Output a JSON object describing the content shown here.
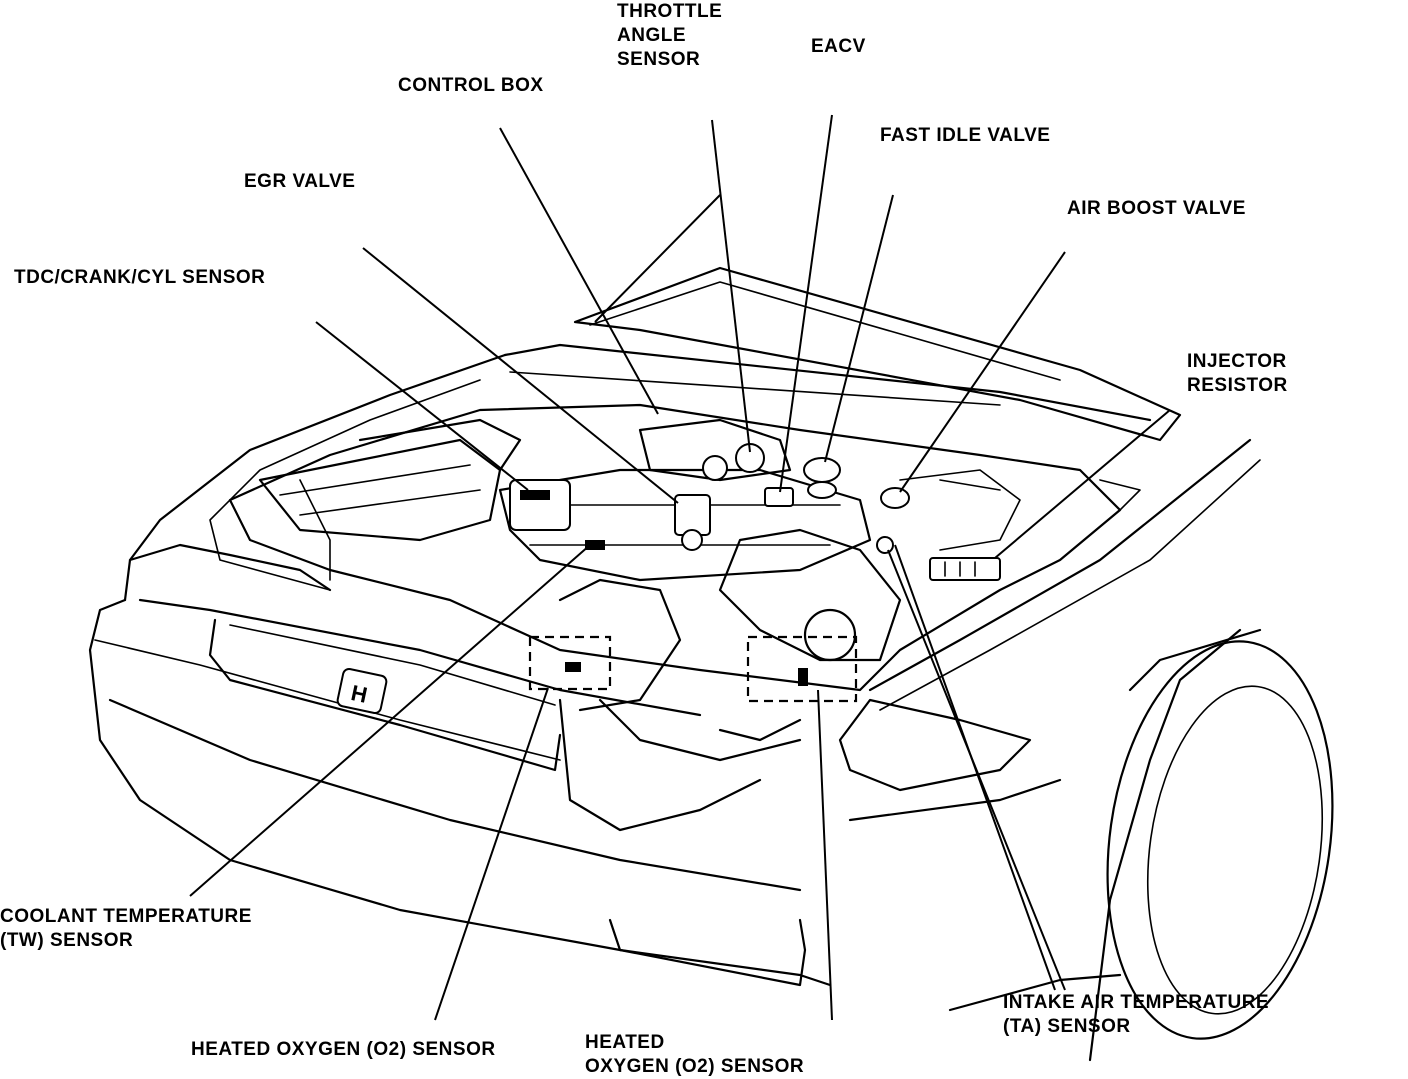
{
  "diagram": {
    "colors": {
      "ink": "#000000",
      "background": "#ffffff"
    },
    "labels": {
      "throttle_angle_sensor": [
        "THROTTLE",
        "ANGLE",
        "SENSOR"
      ],
      "eacv": [
        "EACV"
      ],
      "control_box": [
        "CONTROL BOX"
      ],
      "fast_idle_valve": [
        "FAST IDLE VALVE"
      ],
      "egr_valve": [
        "EGR VALVE"
      ],
      "air_boost_valve": [
        "AIR BOOST VALVE"
      ],
      "tdc_crank_cyl_sensor": [
        "TDC/CRANK/CYL SENSOR"
      ],
      "injector_resistor": [
        "INJECTOR",
        "RESISTOR"
      ],
      "coolant_temperature_sensor": [
        "COOLANT TEMPERATURE",
        "(TW) SENSOR"
      ],
      "heated_oxygen_sensor_front": [
        "HEATED OXYGEN (O2) SENSOR"
      ],
      "heated_oxygen_sensor_rear": [
        "HEATED",
        "OXYGEN (O2) SENSOR"
      ],
      "intake_air_temperature_sensor": [
        "INTAKE AIR TEMPERATURE",
        "(TA) SENSOR"
      ]
    },
    "badge_letter": "H"
  }
}
